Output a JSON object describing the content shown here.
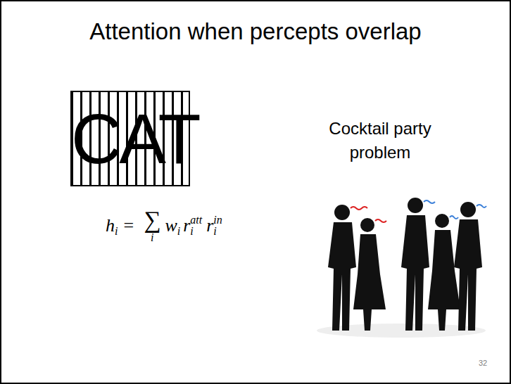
{
  "diagram": {
    "title": "Attention when percepts overlap",
    "labels": [
      "CAT",
      "Cocktail party problem",
      "h",
      "i",
      "=",
      "∑",
      "i",
      "w",
      "i",
      "r",
      "i",
      "att",
      "r",
      "i",
      "in",
      "32"
    ]
  }
}
